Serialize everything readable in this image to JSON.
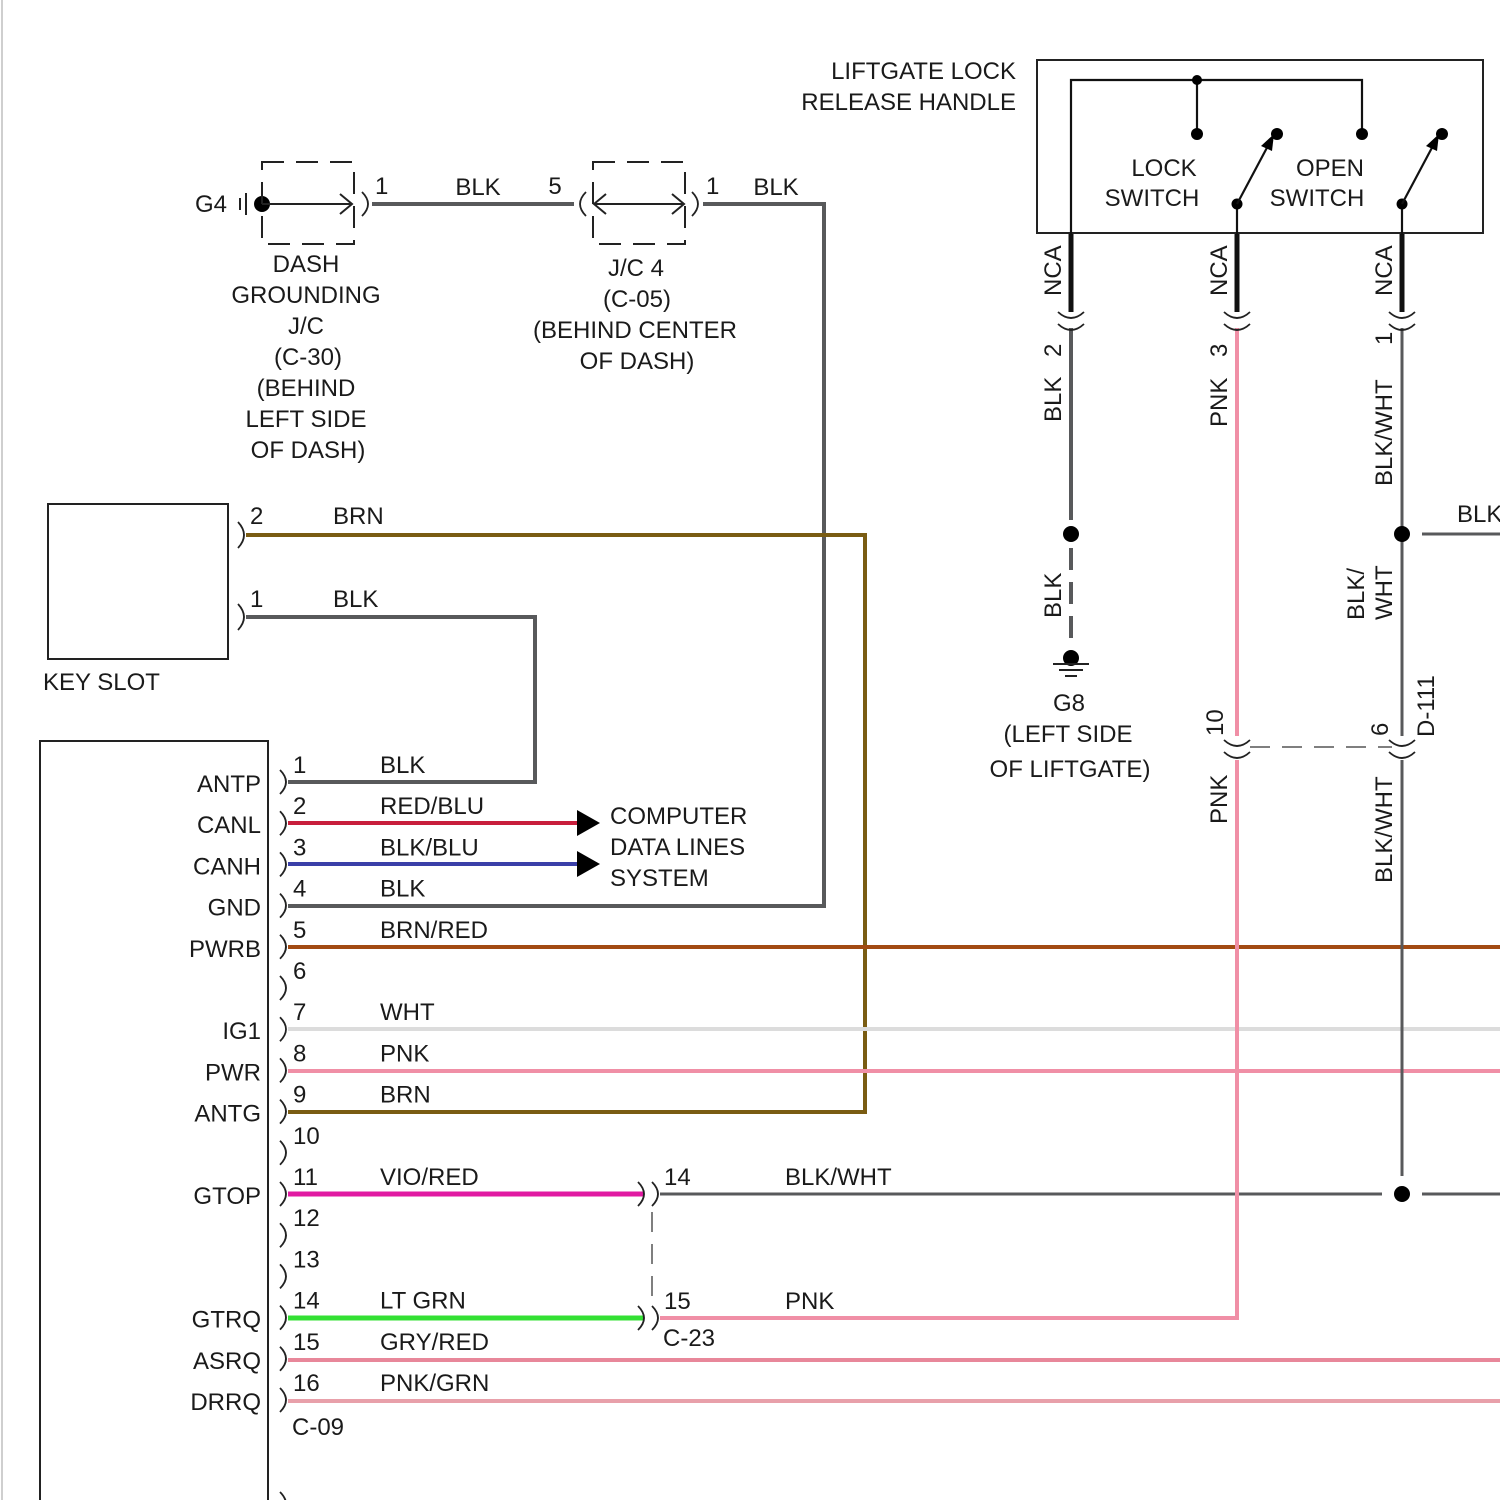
{
  "colors": {
    "BLK": "#58595b",
    "BRN": "#7a5c12",
    "RED/BLU": "#c81e3c",
    "BLK/BLU": "#3a3fa8",
    "BRN/RED": "#a24a12",
    "WHT": "#dcdcdc",
    "PNK": "#f08fa6",
    "VIO/RED": "#e11aa2",
    "BLK/WHT": "#58595b",
    "LT GRN": "#33e033",
    "GRY/RED": "#e8879a",
    "PNK/GRN": "#e8a0aa",
    "NCA": "#111111"
  },
  "liftgate": {
    "title_line1": "LIFTGATE LOCK",
    "title_line2": "RELEASE HANDLE",
    "lock_label_1": "LOCK",
    "lock_label_2": "SWITCH",
    "open_label_1": "OPEN",
    "open_label_2": "SWITCH",
    "branch_lock": {
      "wire": "NCA",
      "pin": "2",
      "color_below": "BLK"
    },
    "branch_mid": {
      "wire": "NCA",
      "pin": "3",
      "color_below": "PNK"
    },
    "branch_open": {
      "wire": "NCA",
      "pin": "1",
      "color_below": "BLK/WHT"
    }
  },
  "dash_ground": {
    "ground_id": "G4",
    "pin": "1",
    "lines": [
      "DASH",
      "GROUNDING",
      "J/C",
      "(C-30)",
      "(BEHIND",
      "LEFT SIDE",
      "OF DASH)"
    ]
  },
  "jc4": {
    "pin_in": "5",
    "pin_out": "1",
    "lines": [
      "J/C 4",
      "(C-05)",
      "(BEHIND CENTER",
      "OF DASH)"
    ]
  },
  "top_wires": {
    "ground_to_jc": "BLK",
    "jc_to_module": "BLK"
  },
  "key_slot": {
    "label": "KEY SLOT",
    "pins": [
      {
        "pin": "2",
        "wire": "BRN"
      },
      {
        "pin": "1",
        "wire": "BLK"
      }
    ]
  },
  "g8": {
    "wire_top": "BLK",
    "wire_bottom": "BLK",
    "lines": [
      "G8",
      "(LEFT SIDE",
      "OF LIFTGATE)"
    ]
  },
  "right_branch": {
    "upper_wire_1": "BLK/",
    "upper_wire_2": "WHT",
    "lower_wire": "BLK/WHT",
    "cut_wire": "BLK",
    "connector": "D-111",
    "pink_pin": "10",
    "blkwht_pin": "6",
    "pink_lower": "PNK"
  },
  "computer_data": {
    "lines": [
      "COMPUTER",
      "DATA LINES",
      "SYSTEM"
    ]
  },
  "module": {
    "connector": "C-09",
    "pins": [
      {
        "pin": "1",
        "wire": "BLK",
        "label": "ANTP"
      },
      {
        "pin": "2",
        "wire": "RED/BLU",
        "label": "CANL"
      },
      {
        "pin": "3",
        "wire": "BLK/BLU",
        "label": "CANH"
      },
      {
        "pin": "4",
        "wire": "BLK",
        "label": "GND"
      },
      {
        "pin": "5",
        "wire": "BRN/RED",
        "label": "PWRB"
      },
      {
        "pin": "6",
        "wire": "",
        "label": ""
      },
      {
        "pin": "7",
        "wire": "WHT",
        "label": "IG1"
      },
      {
        "pin": "8",
        "wire": "PNK",
        "label": "PWR"
      },
      {
        "pin": "9",
        "wire": "BRN",
        "label": "ANTG"
      },
      {
        "pin": "10",
        "wire": "",
        "label": ""
      },
      {
        "pin": "11",
        "wire": "VIO/RED",
        "label": "GTOP"
      },
      {
        "pin": "12",
        "wire": "",
        "label": ""
      },
      {
        "pin": "13",
        "wire": "",
        "label": ""
      },
      {
        "pin": "14",
        "wire": "LT GRN",
        "label": "GTRQ"
      },
      {
        "pin": "15",
        "wire": "GRY/RED",
        "label": "ASRQ"
      },
      {
        "pin": "16",
        "wire": "PNK/GRN",
        "label": "DRRQ"
      }
    ]
  },
  "c23": {
    "connector": "C-23",
    "pin_upper": "14",
    "wire_upper": "BLK/WHT",
    "pin_lower": "15",
    "wire_lower": "PNK"
  }
}
